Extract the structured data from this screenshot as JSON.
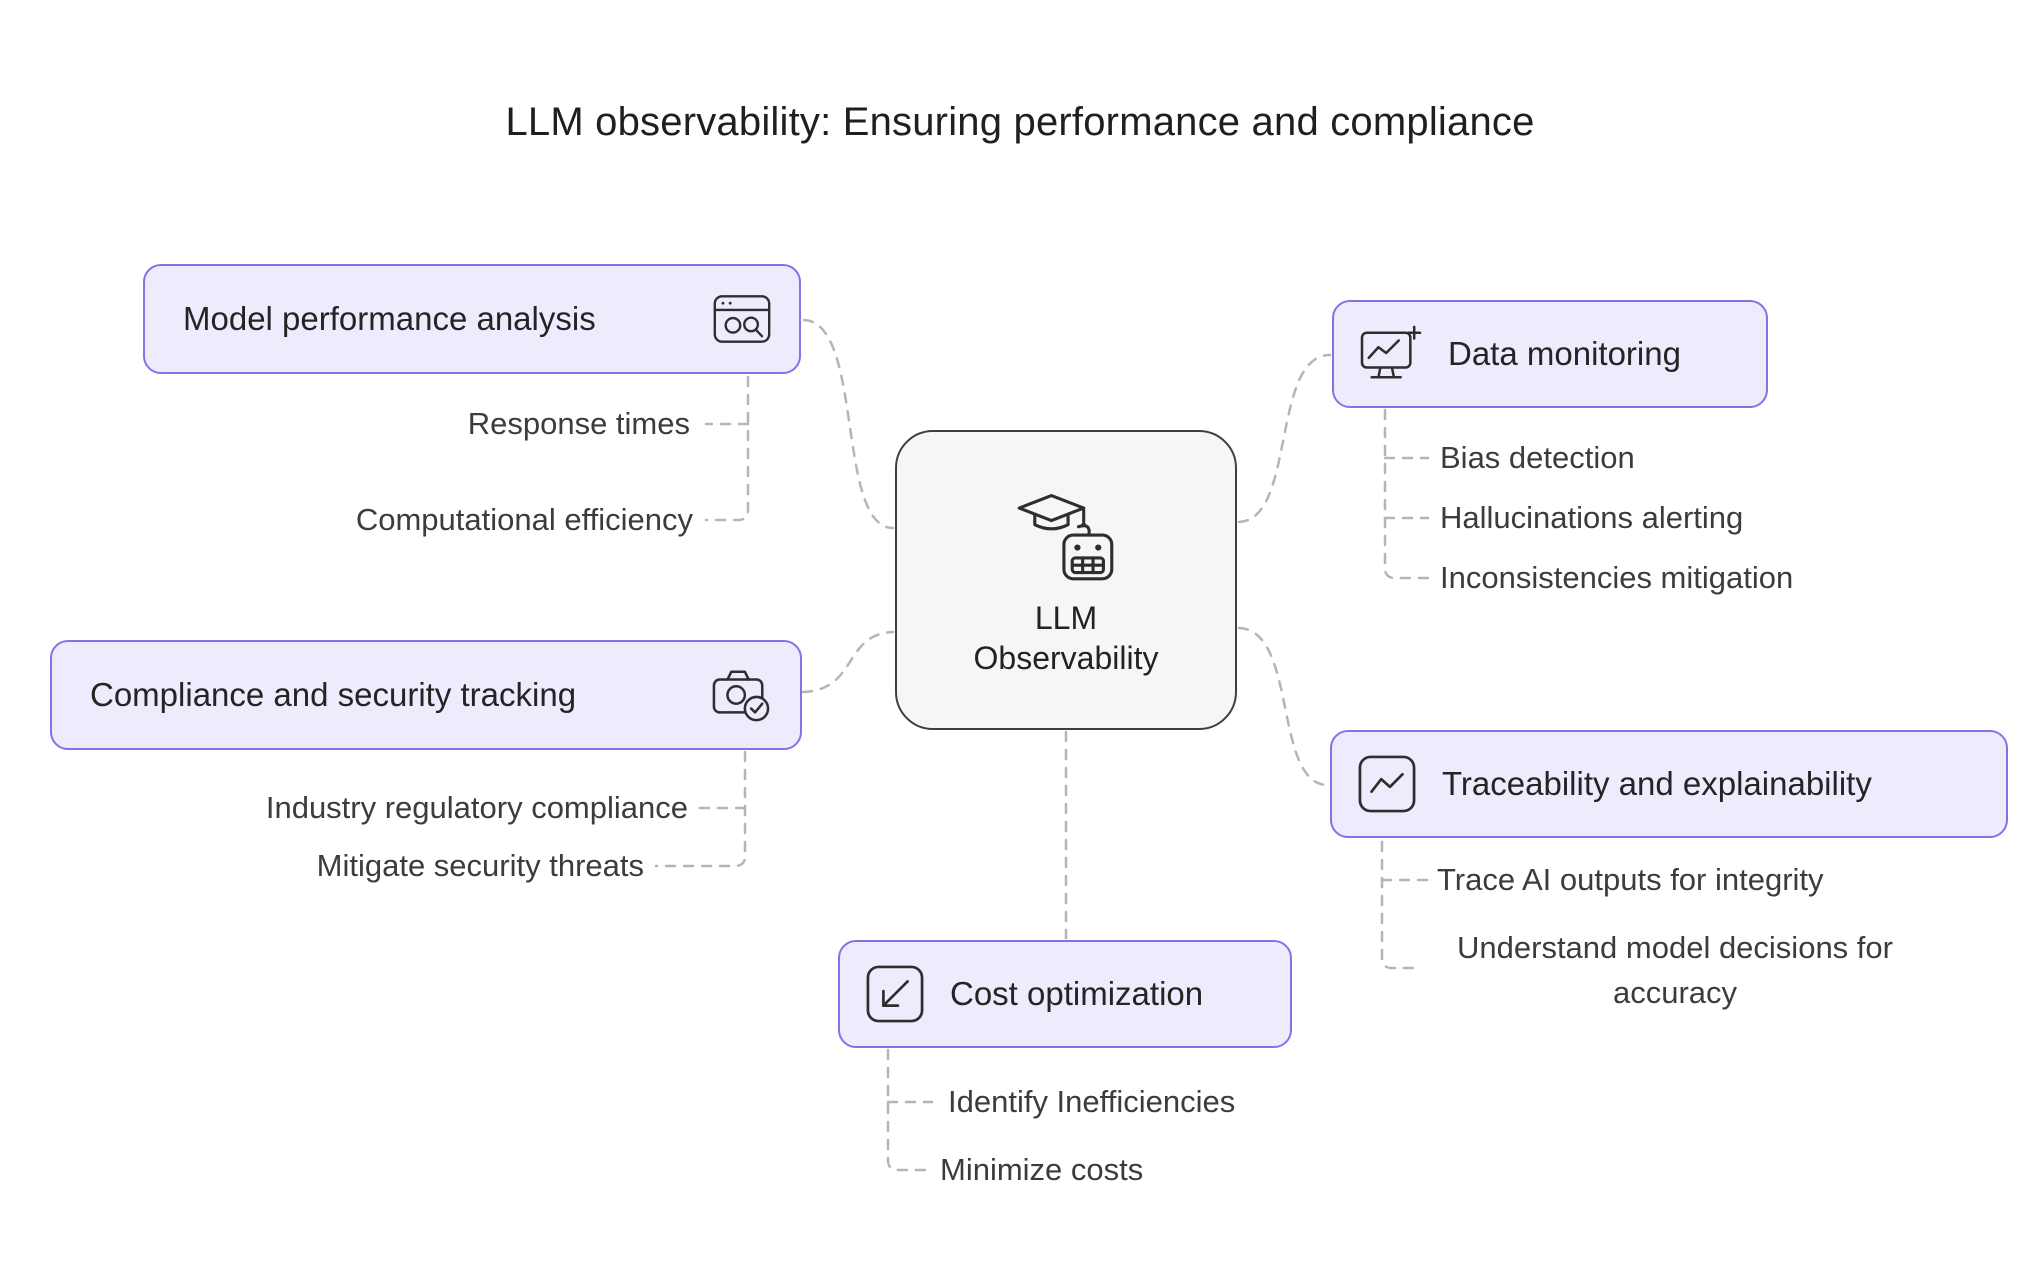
{
  "title": "LLM observability: Ensuring performance and compliance",
  "center": {
    "line1": "LLM",
    "line2": "Observability",
    "icon": "graduate-robot-icon"
  },
  "nodes": {
    "model_performance": {
      "label": "Model performance analysis",
      "icon": "browser-search-icon",
      "children": [
        "Response times",
        "Computational efficiency"
      ]
    },
    "compliance": {
      "label": "Compliance and security tracking",
      "icon": "camera-check-icon",
      "children": [
        "Industry regulatory compliance",
        "Mitigate security threats"
      ]
    },
    "data_monitoring": {
      "label": "Data monitoring",
      "icon": "monitor-chart-icon",
      "children": [
        "Bias detection",
        "Hallucinations alerting",
        "Inconsistencies mitigation"
      ]
    },
    "traceability": {
      "label": "Traceability and explainability",
      "icon": "line-chart-icon",
      "children": [
        "Trace AI outputs for integrity",
        "Understand model decisions for accuracy"
      ]
    },
    "cost": {
      "label": "Cost optimization",
      "icon": "diagonal-arrow-icon",
      "children": [
        "Identify Inefficiencies",
        "Minimize costs"
      ]
    }
  },
  "colors": {
    "accent_border": "#8273e8",
    "accent_fill": "#edebfc",
    "center_fill": "#f6f6f6",
    "center_border": "#3f3f3f",
    "connector": "#b5b5b5",
    "text": "#242424",
    "sub_text": "#3c3c3c"
  }
}
